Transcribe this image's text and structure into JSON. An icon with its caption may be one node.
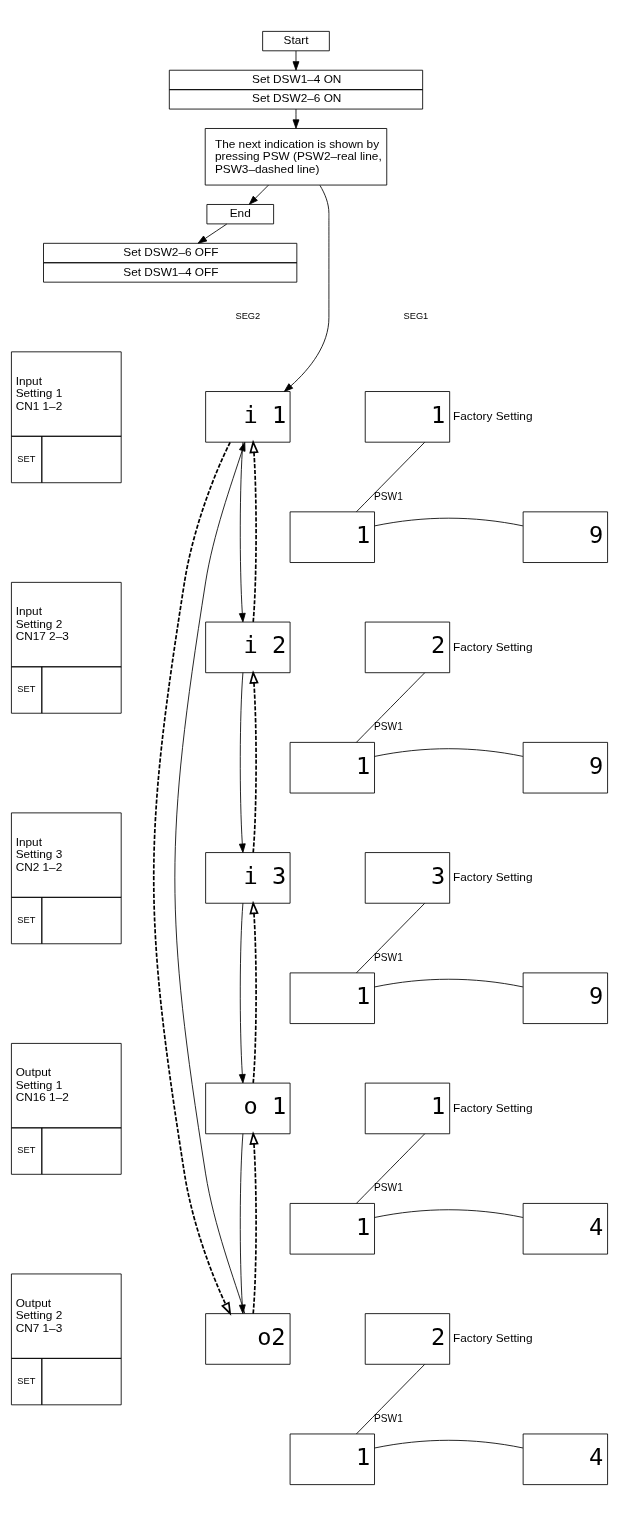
{
  "diagram": {
    "nodes": [
      {
        "text": [
          "Start"
        ]
      },
      {
        "text": [
          "Set DSW1–4 ON",
          "Set DSW2–6 ON"
        ]
      },
      {
        "text": [
          "The next indication is shown by pressing PSW (PSW2–real line, PSW3–dashed line)"
        ]
      },
      {
        "text": [
          "End"
        ]
      },
      {
        "text": [
          "Set DSW2–6 OFF",
          "Set DSW1–4 OFF"
        ]
      },
      {
        "text": [
          "Input Setting 1 CN1 1–2",
          "SET"
        ]
      },
      {
        "text": [
          "i 1"
        ]
      },
      {
        "text": [
          "1"
        ],
        "beside": [
          "Factory Setting"
        ]
      },
      {
        "text": [
          "1"
        ]
      },
      {
        "text": [
          "9"
        ]
      },
      {
        "text": [
          "Input Setting 2 CN17 2–3",
          "SET"
        ]
      },
      {
        "text": [
          "i 2"
        ]
      },
      {
        "text": [
          "2"
        ],
        "beside": [
          "Factory Setting"
        ]
      },
      {
        "text": [
          "1"
        ]
      },
      {
        "text": [
          "9"
        ]
      },
      {
        "text": [
          "Input Setting 3 CN2 1–2",
          "SET"
        ]
      },
      {
        "text": [
          "i 3"
        ]
      },
      {
        "text": [
          "3"
        ],
        "beside": [
          "Factory Setting"
        ]
      },
      {
        "text": [
          "1"
        ]
      },
      {
        "text": [
          "9"
        ]
      },
      {
        "text": [
          "Output Setting 1 CN16 1–2",
          "SET"
        ]
      },
      {
        "text": [
          "o 1"
        ]
      },
      {
        "text": [
          "1"
        ],
        "beside": [
          "Factory Setting"
        ]
      },
      {
        "text": [
          "1"
        ]
      },
      {
        "text": [
          "4"
        ]
      },
      {
        "text": [
          "Output Setting 2 CN7 1–3",
          "SET"
        ]
      },
      {
        "text": [
          "o2"
        ]
      },
      {
        "text": [
          "2"
        ],
        "beside": [
          "Factory Setting"
        ]
      },
      {
        "text": [
          "1"
        ]
      },
      {
        "text": [
          "4"
        ]
      }
    ],
    "edges": [
      {
        "from": 0,
        "to": 1,
        "arrow": "to"
      },
      {
        "from": 1,
        "to": 2,
        "arrow": "to"
      },
      {
        "from": 2,
        "to": 3,
        "arrow": "to"
      },
      {
        "from": 3,
        "to": 4,
        "arrow": "to"
      },
      {
        "from": 2,
        "to": 6,
        "arrow": "to"
      },
      {
        "from": 6,
        "to": 11,
        "arrow": "to"
      },
      {
        "from": 11,
        "to": 16,
        "arrow": "to"
      },
      {
        "from": 16,
        "to": 21,
        "arrow": "to"
      },
      {
        "from": 21,
        "to": 26,
        "arrow": "to"
      },
      {
        "from": 26,
        "to": 6,
        "arrow": "to"
      },
      {
        "from": 11,
        "to": 6,
        "arrow": "to",
        "style": "dashed"
      },
      {
        "from": 16,
        "to": 11,
        "arrow": "to",
        "style": "dashed"
      },
      {
        "from": 21,
        "to": 16,
        "arrow": "to",
        "style": "dashed"
      },
      {
        "from": 26,
        "to": 21,
        "arrow": "to",
        "style": "dashed"
      },
      {
        "from": 6,
        "to": 26,
        "arrow": "to",
        "style": "dashed"
      },
      {
        "from": 7,
        "to": 8,
        "arrow": "none",
        "label": "PSW1"
      },
      {
        "from": 8,
        "to": 9,
        "arrow": "none"
      },
      {
        "from": 12,
        "to": 13,
        "arrow": "none",
        "label": "PSW1"
      },
      {
        "from": 13,
        "to": 14,
        "arrow": "none"
      },
      {
        "from": 17,
        "to": 18,
        "arrow": "none",
        "label": "PSW1"
      },
      {
        "from": 18,
        "to": 19,
        "arrow": "none"
      },
      {
        "from": 22,
        "to": 23,
        "arrow": "none",
        "label": "PSW1"
      },
      {
        "from": 23,
        "to": 24,
        "arrow": "none"
      },
      {
        "from": 27,
        "to": 28,
        "arrow": "none",
        "label": "PSW1"
      },
      {
        "from": 28,
        "to": 29,
        "arrow": "none"
      }
    ],
    "labels": [
      "SEG2",
      "SEG1"
    ]
  }
}
